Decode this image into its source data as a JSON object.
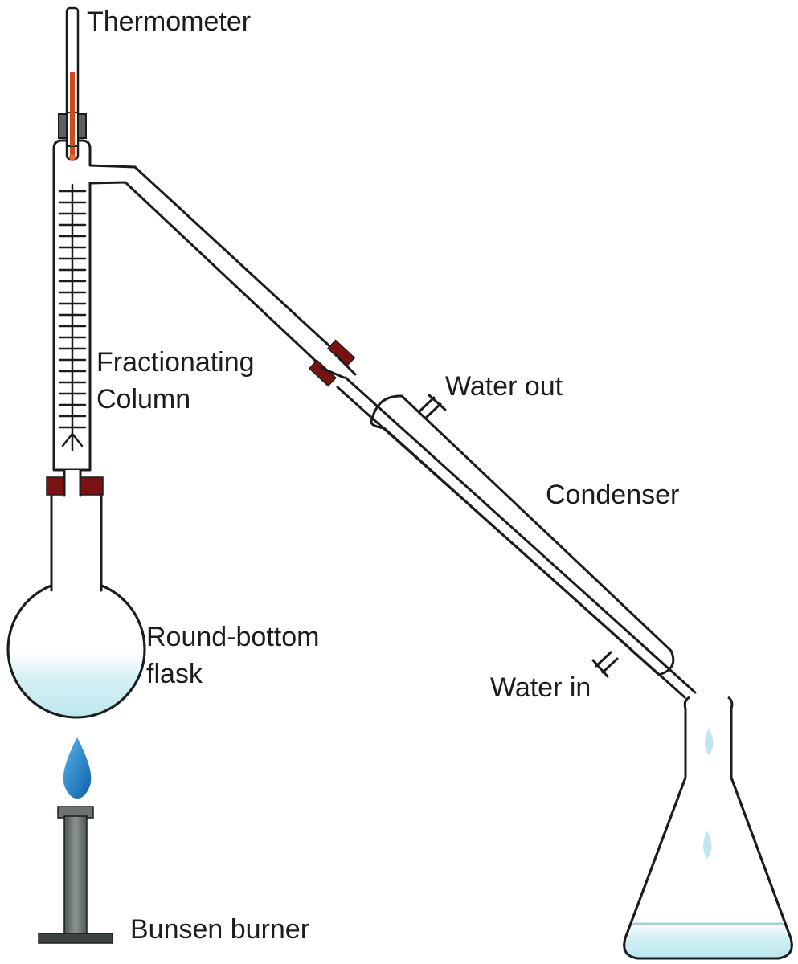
{
  "labels": {
    "thermometer": "Thermometer",
    "column_line1": "Fractionating",
    "column_line2": "Column",
    "water_out": "Water out",
    "condenser": "Condenser",
    "flask_line1": "Round-bottom",
    "flask_line2": "flask",
    "water_in": "Water in",
    "burner": "Bunsen burner"
  },
  "colors": {
    "outline": "#1c1c1c",
    "stopper": "#7a1212",
    "thermometer_liquid": "#d04a1f",
    "liquid": "#cdeef2",
    "flame": "#1b82c9",
    "burner": "#6c7373",
    "droplet": "#bfe7ee"
  },
  "icons": [
    "flame-icon",
    "droplet-icon"
  ]
}
